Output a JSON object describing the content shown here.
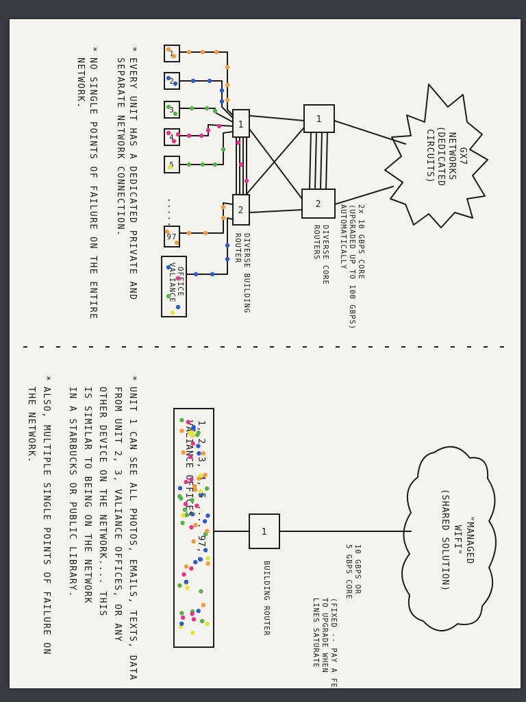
{
  "left_page": {
    "cloud": [
      "GX7",
      "NETWORKS",
      "(DEDICATED",
      "CIRCUITS)"
    ],
    "core_routers": [
      "1",
      "2"
    ],
    "core_label": [
      "2x 10 GBPS CORE",
      "(UPGRADED UP TO 100 GBPS)",
      "AUTOMATICALLY"
    ],
    "diverse_core_label": [
      "DIVERSE CORE",
      "ROUTERS"
    ],
    "building_routers": [
      "1",
      "2"
    ],
    "building_router_label": [
      "DIVERSE BUILDING",
      "ROUTER"
    ],
    "units": [
      "1",
      "2",
      "3",
      "4",
      "5",
      "97"
    ],
    "units_ellipsis": ".....",
    "valiance_office": [
      "VALIANCE",
      "OFFICE"
    ],
    "notes": [
      [
        "EVERY UNIT HAS A DEDICATED PRIVATE AND",
        "SEPARATE NETWORK CONNECTION."
      ],
      [
        "NO SINGLE POINTS OF FAILURE ON THE ENTIRE",
        "NETWORK."
      ]
    ]
  },
  "right_page": {
    "cloud": [
      "\"MANAGED",
      "WIFI\"",
      "(SHARED SOLUTION)"
    ],
    "router": "1",
    "core_label": [
      "10 GBPS OR",
      "5 GBPS CORE"
    ],
    "core_note": [
      "(FIXED -- PAY A FEE",
      "TO UPGRADE WHEN",
      "LINES SATURATE"
    ],
    "building_router_label": "BUILDING ROUTER",
    "shared_box": [
      "1, 2, 3, 4, 5 .... 97,",
      "VALIANCE OFFICES"
    ],
    "notes": [
      [
        "UNIT 1 CAN SEE ALL PHOTOS, EMAILS, TEXTS, DATA",
        "FROM UNIT 2, 3, VALIANCE OFFICES, OR ANY",
        "OTHER DEVICE ON THE NETWORK.... THIS",
        "IS SIMILAR TO BEING ON THE NETWORK",
        "IN A STARBUCKS OR PUBLIC LIBRARY."
      ],
      [
        "ALSO, MULTIPLE SINGLE POINTS OF FAILURE ON",
        "THE NETWORK."
      ]
    ]
  },
  "colors": {
    "orange": "#f39a3c",
    "blue": "#2b5cc7",
    "green": "#57b04a",
    "pink": "#e4348a",
    "yellow": "#e8e23a",
    "ink": "#1c1c1c"
  }
}
